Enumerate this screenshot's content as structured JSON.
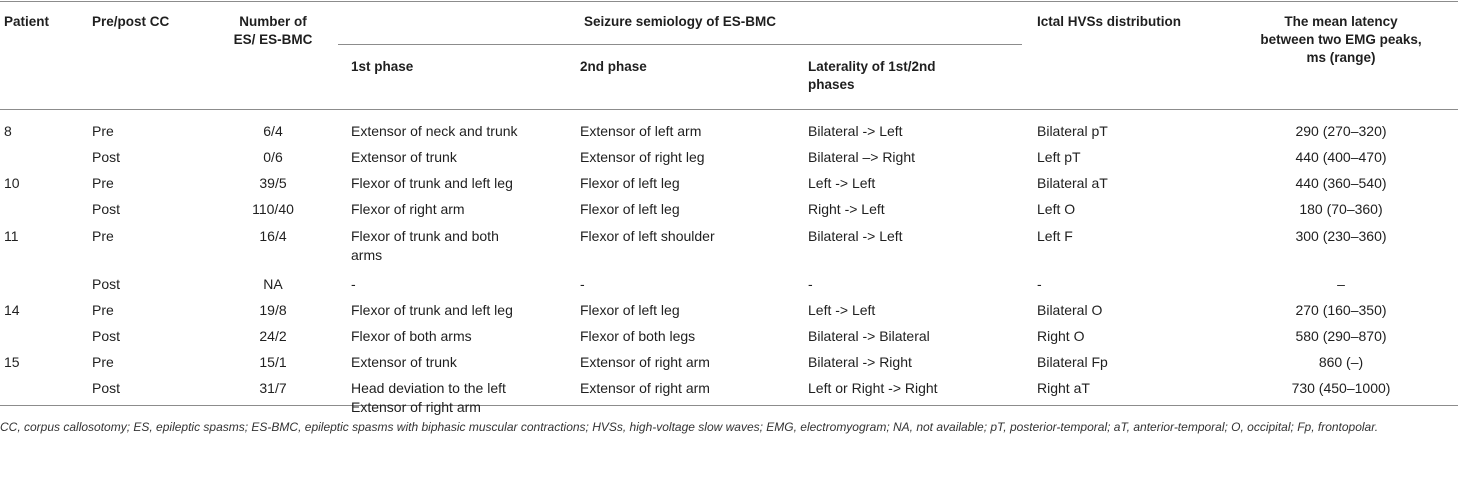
{
  "headers": {
    "patient": "Patient",
    "prepost": "Pre/post CC",
    "number": [
      "Number of",
      "ES/ ES-BMC"
    ],
    "semiology": "Seizure semiology of ES-BMC",
    "phase1": "1st phase",
    "phase2": "2nd phase",
    "laterality": [
      "Laterality of 1st/2nd",
      "phases"
    ],
    "hvss": "Ictal HVSs distribution",
    "latency": [
      "The mean latency",
      "between two EMG peaks,",
      "ms (range)"
    ]
  },
  "rows": [
    {
      "patient": "8",
      "prepost": "Pre",
      "number": "6/4",
      "phase1": [
        "Extensor of neck and trunk"
      ],
      "phase2": "Extensor of left arm",
      "laterality": "Bilateral -> Left",
      "hvss": "Bilateral pT",
      "latency": "290 (270–320)"
    },
    {
      "patient": "",
      "prepost": "Post",
      "number": "0/6",
      "phase1": [
        "Extensor of trunk"
      ],
      "phase2": "Extensor of right leg",
      "laterality": "Bilateral –> Right",
      "hvss": "Left pT",
      "latency": "440 (400–470)"
    },
    {
      "patient": "10",
      "prepost": "Pre",
      "number": "39/5",
      "phase1": [
        "Flexor of trunk and left leg"
      ],
      "phase2": "Flexor of left leg",
      "laterality": "Left -> Left",
      "hvss": "Bilateral aT",
      "latency": "440 (360–540)"
    },
    {
      "patient": "",
      "prepost": "Post",
      "number": "110/40",
      "phase1": [
        "Flexor of right arm"
      ],
      "phase2": "Flexor of left leg",
      "laterality": "Right -> Left",
      "hvss": "Left O",
      "latency": "180 (70–360)"
    },
    {
      "patient": "11",
      "prepost": "Pre",
      "number": "16/4",
      "phase1": [
        "Flexor of trunk and both",
        "arms"
      ],
      "phase2": "Flexor of left shoulder",
      "laterality": "Bilateral -> Left",
      "hvss": "Left F",
      "latency": "300 (230–360)"
    },
    {
      "patient": "",
      "prepost": "Post",
      "number": "NA",
      "phase1": [
        "-"
      ],
      "phase2": "-",
      "laterality": "-",
      "hvss": "-",
      "latency": "–"
    },
    {
      "patient": "14",
      "prepost": "Pre",
      "number": "19/8",
      "phase1": [
        "Flexor of trunk and left leg"
      ],
      "phase2": "Flexor of left leg",
      "laterality": "Left -> Left",
      "hvss": "Bilateral O",
      "latency": "270 (160–350)"
    },
    {
      "patient": "",
      "prepost": "Post",
      "number": "24/2",
      "phase1": [
        "Flexor of both arms"
      ],
      "phase2": "Flexor of both legs",
      "laterality": "Bilateral -> Bilateral",
      "hvss": "Right O",
      "latency": "580 (290–870)"
    },
    {
      "patient": "15",
      "prepost": "Pre",
      "number": "15/1",
      "phase1": [
        "Extensor of trunk"
      ],
      "phase2": "Extensor of right arm",
      "laterality": "Bilateral -> Right",
      "hvss": "Bilateral Fp",
      "latency": "860 (–)"
    },
    {
      "patient": "",
      "prepost": "Post",
      "number": "31/7",
      "phase1": [
        "Head deviation to the left",
        "Extensor of right arm"
      ],
      "phase2": "Extensor of right arm",
      "laterality": "Left or Right -> Right",
      "hvss": "Right aT",
      "latency": "730 (450–1000)"
    }
  ],
  "footnote": "CC, corpus callosotomy; ES, epileptic spasms; ES-BMC, epileptic spasms with biphasic muscular contractions; HVSs, high-voltage slow waves; EMG, electromyogram; NA, not available; pT, posterior-temporal; aT, anterior-temporal; O, occipital; Fp, frontopolar."
}
